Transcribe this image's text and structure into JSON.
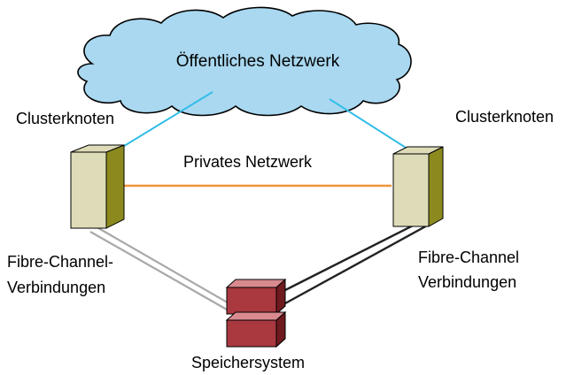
{
  "labels": {
    "public_network": "Öffentliches Netzwerk",
    "cluster_node_left": "Clusterknoten",
    "cluster_node_right": "Clusterknoten",
    "private_network": "Privates Netzwerk",
    "fc_left_line1": "Fibre-Channel-",
    "fc_left_line2": "Verbindungen",
    "fc_right_line1": "Fibre-Channel",
    "fc_right_line2": "Verbindungen",
    "storage": "Speichersystem"
  },
  "colors": {
    "cloud_fill": "#a9d8f0",
    "public_link": "#33bde8",
    "private_link": "#f0953a",
    "server_front": "#dedcb8",
    "server_side": "#8c8a1e",
    "storage_front": "#a9383f",
    "storage_side": "#6e1a1f",
    "storage_top": "#d98a8f",
    "fc_link_left": "#a8a8a8",
    "fc_link_right": "#222222"
  }
}
